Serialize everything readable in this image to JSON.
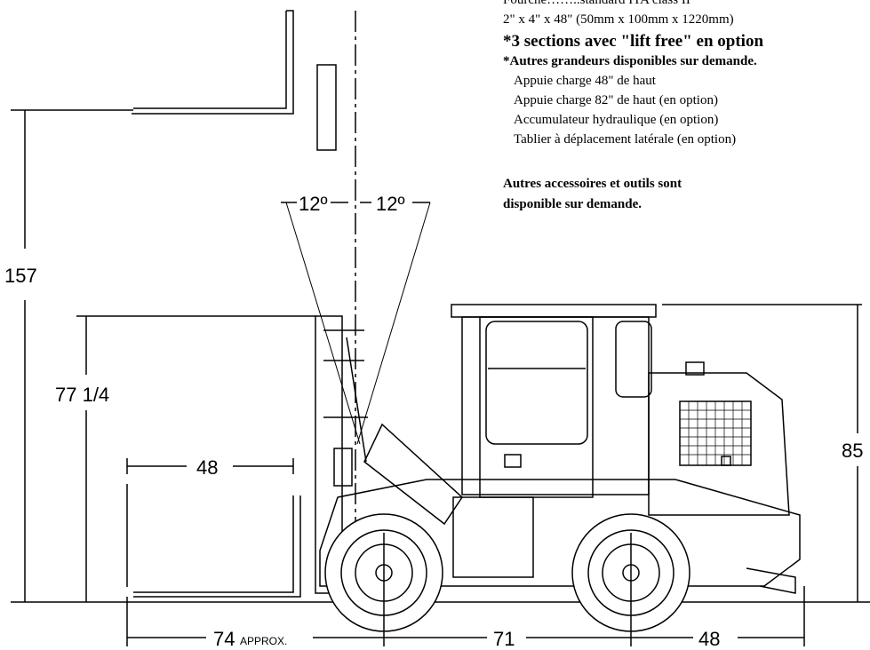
{
  "specs": {
    "line1": "Fourche……..standard ITA class II",
    "line2": "2\" x 4\" x 48\" (50mm x 100mm x 1220mm)",
    "line3": "*3 sections avec \"lift free\" en option",
    "line4": "*Autres grandeurs disponibles sur demande.",
    "line5": "Appuie charge 48\" de haut",
    "line6": "Appuie  charge 82\" de haut (en option)",
    "line7": "Accumulateur hydraulique (en option)",
    "line8": "Tablier à déplacement latérale (en option)",
    "acc1": "Autres accessoires et outils sont",
    "acc2": "disponible sur demande."
  },
  "dimensions": {
    "max_height": "157",
    "mast_height": "77 1/4",
    "fork_length": "48",
    "tilt_back": "12º",
    "tilt_forward": "12º",
    "cab_height": "85",
    "front_overhang": "74",
    "approx": "APPROX.",
    "wheelbase": "71",
    "rear_length": "48"
  }
}
